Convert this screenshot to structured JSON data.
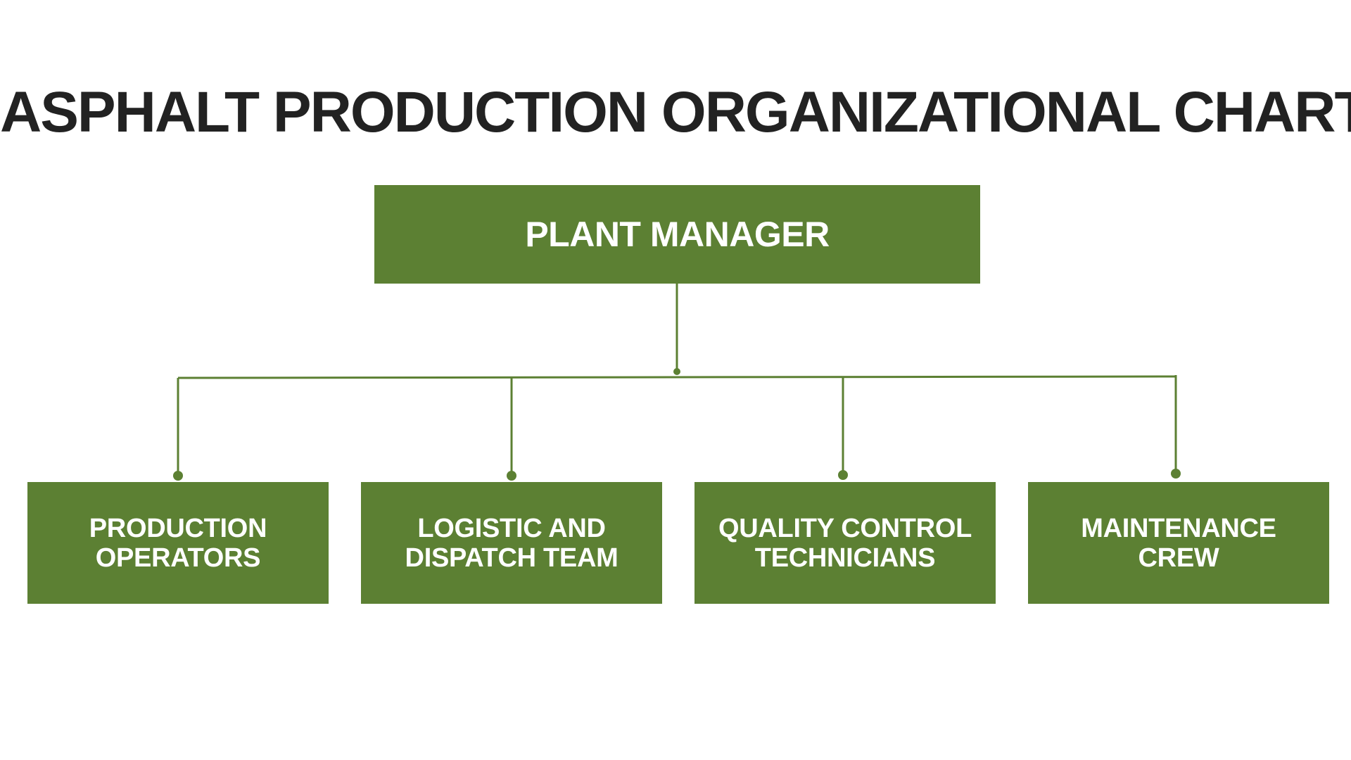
{
  "title": "ASPHALT PRODUCTION ORGANIZATIONAL CHART",
  "colors": {
    "box_fill": "#5c8033",
    "connector": "#5c8033",
    "title_text": "#222222",
    "box_text": "#ffffff"
  },
  "root": {
    "label": "PLANT MANAGER"
  },
  "children": [
    {
      "label": "PRODUCTION\nOPERATORS"
    },
    {
      "label": "LOGISTIC AND\nDISPATCH TEAM"
    },
    {
      "label": "QUALITY CONTROL\nTECHNICIANS"
    },
    {
      "label": "MAINTENANCE\nCREW"
    }
  ]
}
